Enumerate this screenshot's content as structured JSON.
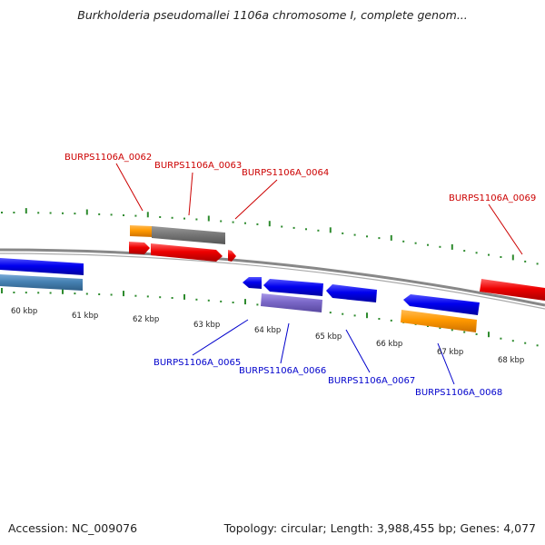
{
  "header": {
    "title": "Burkholderia pseudomallei 1106a chromosome I, complete genom..."
  },
  "footer": {
    "accession": "Accession: NC_009076",
    "stats": "Topology: circular; Length: 3,988,455 bp; Genes: 4,077"
  },
  "colors": {
    "backbone": "#888888",
    "tick_green": "#2e8b2e",
    "forward_label": "#cc0000",
    "reverse_label": "#0000cc",
    "red_gene": "#ee0000",
    "blue_gene": "#0000ee",
    "orange_gene": "#ff9900",
    "gray_gene": "#777777",
    "steel_gene": "#4682b4",
    "purple_gene": "#7b68c8"
  },
  "scale": {
    "unit": "kbp",
    "tick_labels": [
      "60 kbp",
      "61 kbp",
      "62 kbp",
      "63 kbp",
      "64 kbp",
      "65 kbp",
      "66 kbp",
      "67 kbp",
      "68 kbp"
    ]
  },
  "gene_labels": {
    "forward": [
      {
        "name": "BURPS1106A_0062"
      },
      {
        "name": "BURPS1106A_0063"
      },
      {
        "name": "BURPS1106A_0064"
      },
      {
        "name": "BURPS1106A_0069"
      }
    ],
    "reverse": [
      {
        "name": "BURPS1106A_0065"
      },
      {
        "name": "BURPS1106A_0066"
      },
      {
        "name": "BURPS1106A_0067"
      },
      {
        "name": "BURPS1106A_0068"
      }
    ]
  }
}
